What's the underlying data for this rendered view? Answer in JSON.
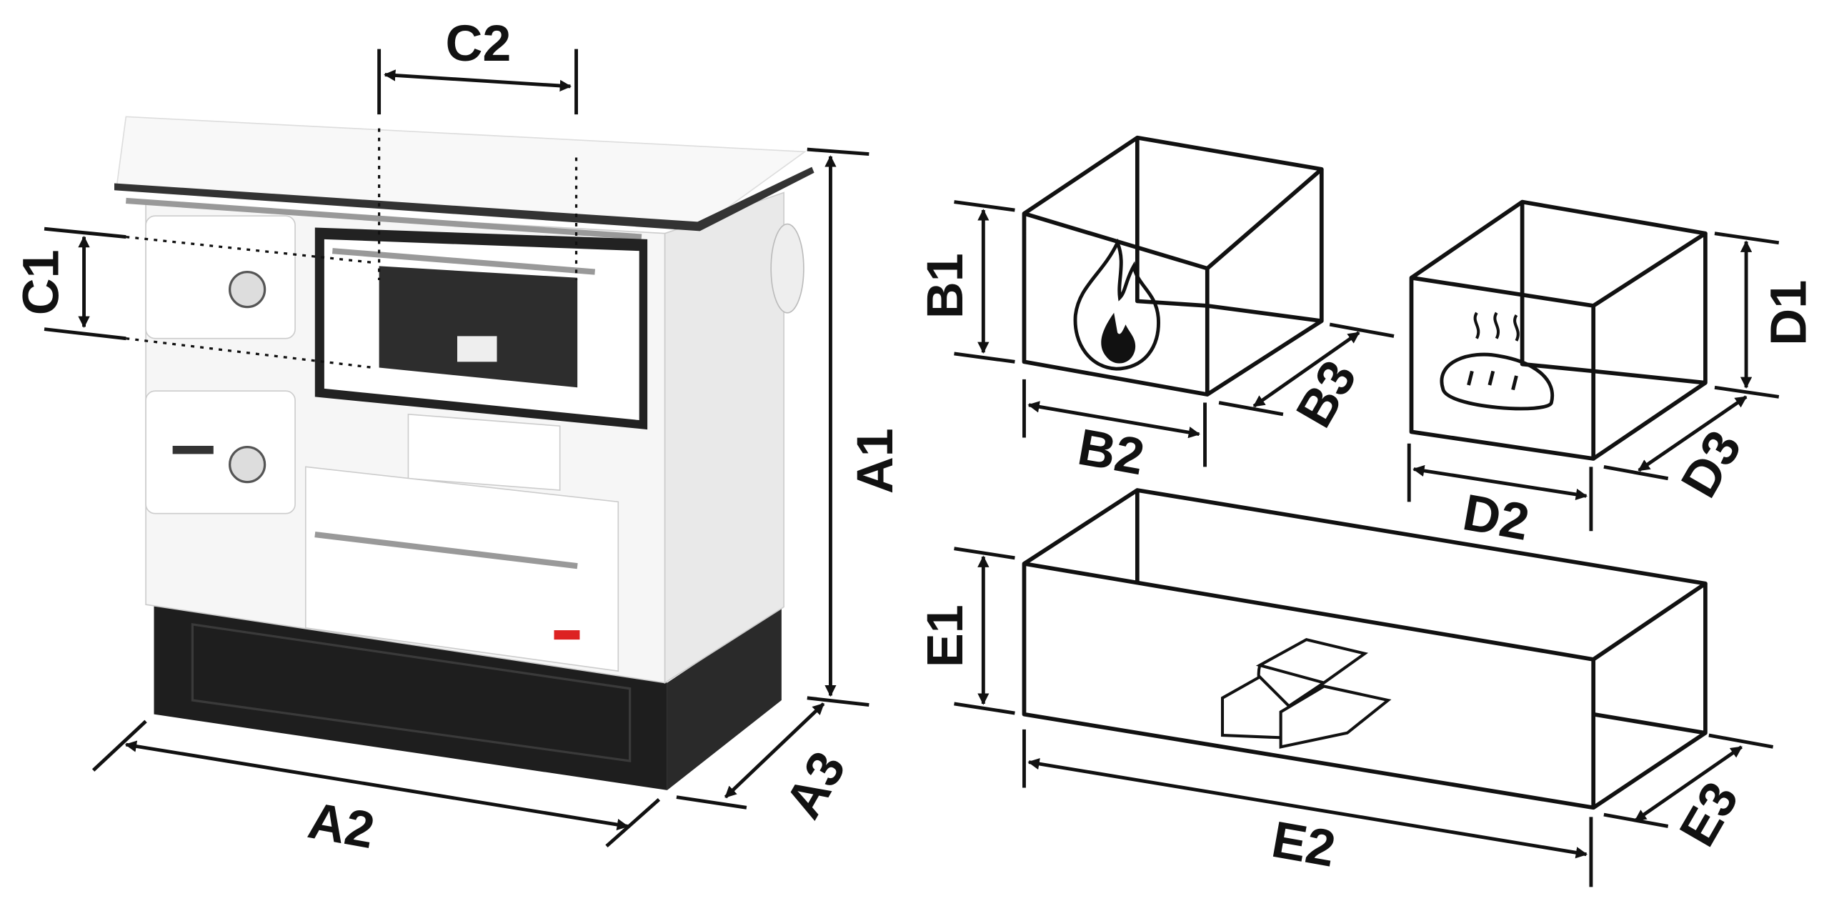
{
  "labels": {
    "A1": "A1",
    "A2": "A2",
    "A3": "A3",
    "B1": "B1",
    "B2": "B2",
    "B3": "B3",
    "C1": "C1",
    "C2": "C2",
    "D1": "D1",
    "D2": "D2",
    "D3": "D3",
    "E1": "E1",
    "E2": "E2",
    "E3": "E3"
  },
  "colors": {
    "line": "#111111",
    "stove_body": "#f4f4f4",
    "stove_base": "#1e1e1e",
    "brand_red": "#d22"
  },
  "icons": [
    "stove-image",
    "fire-icon",
    "bread-icon",
    "firewood-icon"
  ]
}
